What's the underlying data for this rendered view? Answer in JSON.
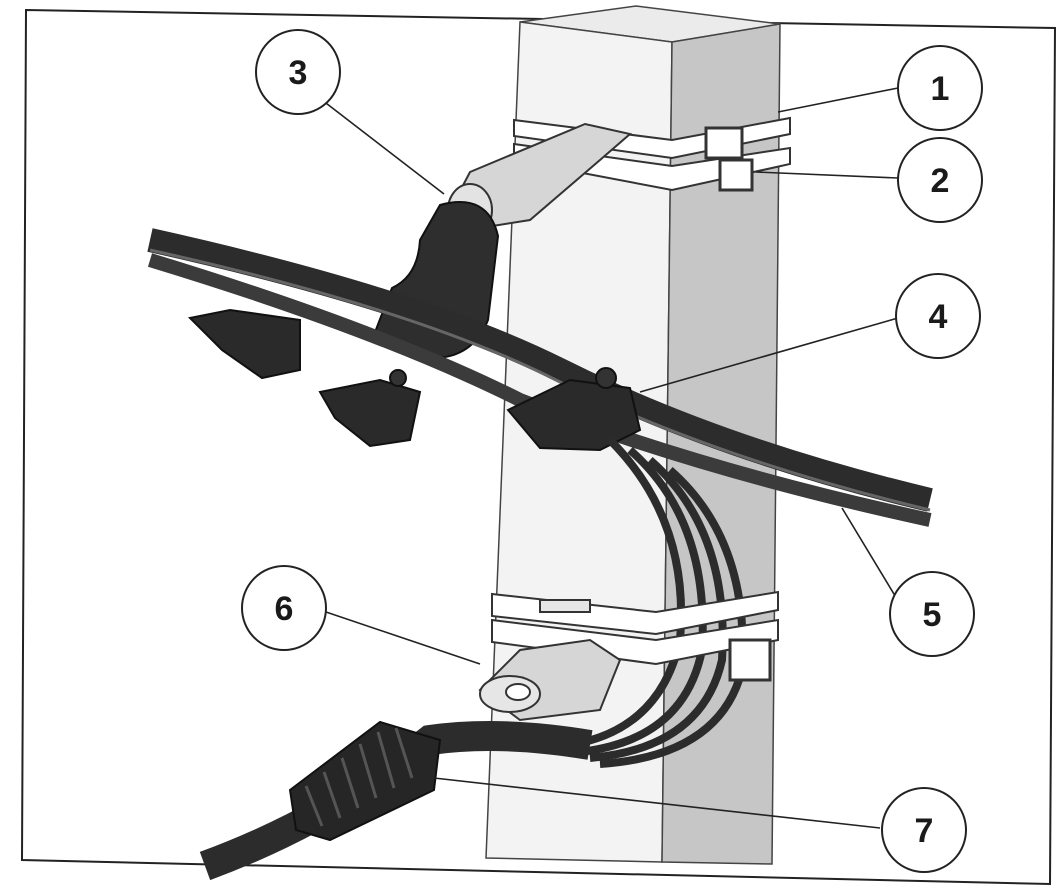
{
  "callouts": [
    {
      "id": "1",
      "label": "1"
    },
    {
      "id": "2",
      "label": "2"
    },
    {
      "id": "3",
      "label": "3"
    },
    {
      "id": "4",
      "label": "4"
    },
    {
      "id": "5",
      "label": "5"
    },
    {
      "id": "6",
      "label": "6"
    },
    {
      "id": "7",
      "label": "7"
    }
  ],
  "colors": {
    "paper": "#ffffff",
    "frame": "#222222",
    "pole_front": "#f2f2f2",
    "pole_side": "#c8c8c8",
    "cable": "#333333",
    "bracket": "#d6d6d6"
  }
}
